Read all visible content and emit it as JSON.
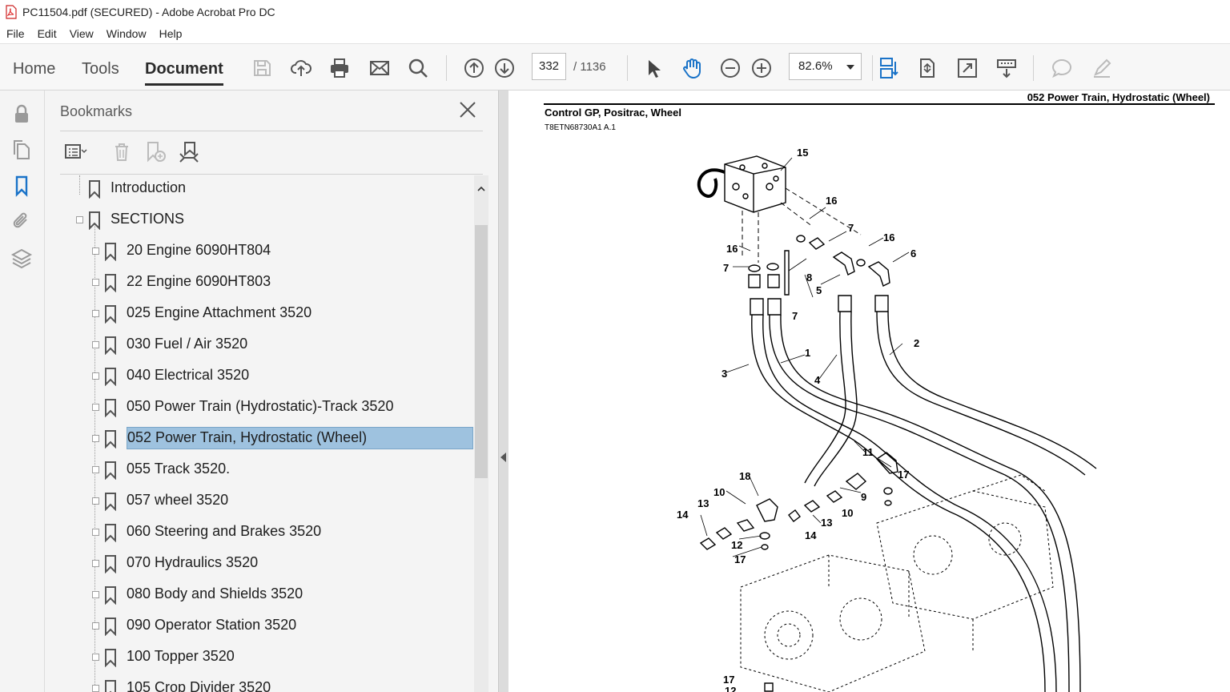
{
  "window": {
    "title": "PC11504.pdf (SECURED) - Adobe Acrobat Pro DC"
  },
  "menu": [
    "File",
    "Edit",
    "View",
    "Window",
    "Help"
  ],
  "tabs": {
    "home": "Home",
    "tools": "Tools",
    "document": "Document"
  },
  "toolbar": {
    "page_current": "332",
    "page_total": "/ 1136",
    "zoom": "82.6%"
  },
  "bookmarks_panel": {
    "title": "Bookmarks",
    "items": [
      {
        "label": "Introduction",
        "level": 0,
        "selected": false
      },
      {
        "label": "SECTIONS",
        "level": 0,
        "selected": false
      },
      {
        "label": "20 Engine 6090HT804",
        "level": 1,
        "selected": false
      },
      {
        "label": "22 Engine 6090HT803",
        "level": 1,
        "selected": false
      },
      {
        "label": "025 Engine Attachment 3520",
        "level": 1,
        "selected": false
      },
      {
        "label": "030 Fuel / Air 3520",
        "level": 1,
        "selected": false
      },
      {
        "label": "040 Electrical 3520",
        "level": 1,
        "selected": false
      },
      {
        "label": "050 Power Train (Hydrostatic)-Track 3520",
        "level": 1,
        "selected": false
      },
      {
        "label": "052 Power Train, Hydrostatic (Wheel)",
        "level": 1,
        "selected": true
      },
      {
        "label": "055 Track 3520.",
        "level": 1,
        "selected": false
      },
      {
        "label": "057 wheel 3520",
        "level": 1,
        "selected": false
      },
      {
        "label": "060 Steering and Brakes 3520",
        "level": 1,
        "selected": false
      },
      {
        "label": "070 Hydraulics 3520",
        "level": 1,
        "selected": false
      },
      {
        "label": "080 Body and Shields 3520",
        "level": 1,
        "selected": false
      },
      {
        "label": "090 Operator Station 3520",
        "level": 1,
        "selected": false
      },
      {
        "label": "100 Topper 3520",
        "level": 1,
        "selected": false
      },
      {
        "label": "105 Crop Divider 3520",
        "level": 1,
        "selected": false
      }
    ]
  },
  "document": {
    "header_right": "052 Power Train, Hydrostatic (Wheel)",
    "header_left": "Control GP, Positrac, Wheel",
    "header_code": "T8ETN68730A1 A.1",
    "callouts": [
      "15",
      "16",
      "7",
      "16",
      "6",
      "16",
      "8",
      "7",
      "5",
      "7",
      "1",
      "2",
      "3",
      "4",
      "11",
      "17",
      "18",
      "10",
      "9",
      "13",
      "10",
      "14",
      "13",
      "14",
      "12",
      "17",
      "17",
      "12"
    ]
  }
}
